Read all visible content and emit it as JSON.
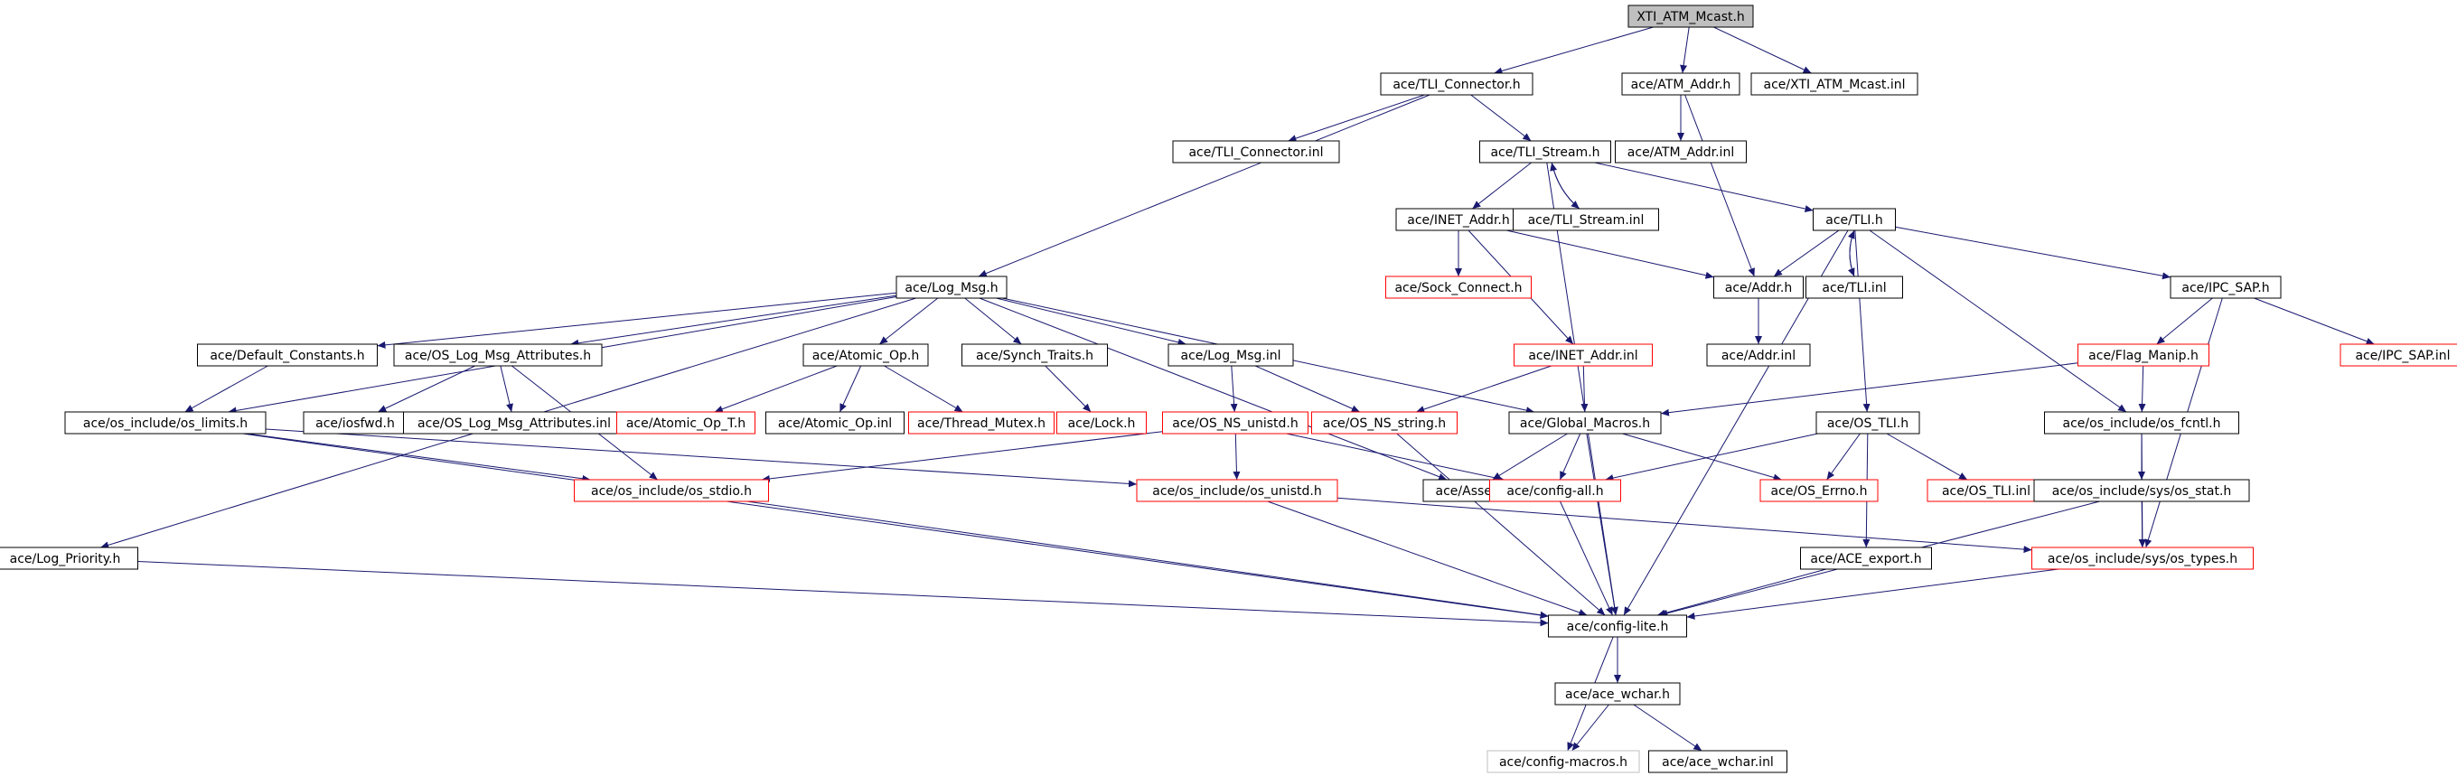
{
  "colors": {
    "edge": "#191970",
    "normal_border": "#000000",
    "truncated_border": "#ff0000",
    "undocumented_border": "#bfbfbf",
    "root_fill": "#bfbfbf",
    "node_fill": "#ffffff"
  },
  "nodes": [
    {
      "id": "root",
      "label": "XTI_ATM_Mcast.h",
      "style": "root"
    },
    {
      "id": "tlic",
      "label": "ace/TLI_Connector.h",
      "style": "normal"
    },
    {
      "id": "atma",
      "label": "ace/ATM_Addr.h",
      "style": "normal"
    },
    {
      "id": "xtiinl",
      "label": "ace/XTI_ATM_Mcast.inl",
      "style": "normal"
    },
    {
      "id": "tlicinl",
      "label": "ace/TLI_Connector.inl",
      "style": "normal"
    },
    {
      "id": "tlis",
      "label": "ace/TLI_Stream.h",
      "style": "normal"
    },
    {
      "id": "atmainl",
      "label": "ace/ATM_Addr.inl",
      "style": "normal"
    },
    {
      "id": "inet",
      "label": "ace/INET_Addr.h",
      "style": "normal"
    },
    {
      "id": "tlisinl",
      "label": "ace/TLI_Stream.inl",
      "style": "normal"
    },
    {
      "id": "tli",
      "label": "ace/TLI.h",
      "style": "normal"
    },
    {
      "id": "sock",
      "label": "ace/Sock_Connect.h",
      "style": "truncated"
    },
    {
      "id": "logmsg",
      "label": "ace/Log_Msg.h",
      "style": "normal"
    },
    {
      "id": "addr",
      "label": "ace/Addr.h",
      "style": "normal"
    },
    {
      "id": "tliinl",
      "label": "ace/TLI.inl",
      "style": "normal"
    },
    {
      "id": "ipc",
      "label": "ace/IPC_SAP.h",
      "style": "normal"
    },
    {
      "id": "addrinl",
      "label": "ace/Addr.inl",
      "style": "normal"
    },
    {
      "id": "defc",
      "label": "ace/Default_Constants.h",
      "style": "normal"
    },
    {
      "id": "oslma",
      "label": "ace/OS_Log_Msg_Attributes.h",
      "style": "normal"
    },
    {
      "id": "atomic",
      "label": "ace/Atomic_Op.h",
      "style": "normal"
    },
    {
      "id": "synch",
      "label": "ace/Synch_Traits.h",
      "style": "normal"
    },
    {
      "id": "logmsginl",
      "label": "ace/Log_Msg.inl",
      "style": "normal"
    },
    {
      "id": "inetinl",
      "label": "ace/INET_Addr.inl",
      "style": "truncated"
    },
    {
      "id": "flag",
      "label": "ace/Flag_Manip.h",
      "style": "truncated"
    },
    {
      "id": "ipcinl",
      "label": "ace/IPC_SAP.inl",
      "style": "truncated"
    },
    {
      "id": "limits",
      "label": "ace/os_include/os_limits.h",
      "style": "normal"
    },
    {
      "id": "iosfwd",
      "label": "ace/iosfwd.h",
      "style": "normal"
    },
    {
      "id": "oslmainl",
      "label": "ace/OS_Log_Msg_Attributes.inl",
      "style": "normal"
    },
    {
      "id": "atomict",
      "label": "ace/Atomic_Op_T.h",
      "style": "truncated"
    },
    {
      "id": "atomicinl",
      "label": "ace/Atomic_Op.inl",
      "style": "normal"
    },
    {
      "id": "threadm",
      "label": "ace/Thread_Mutex.h",
      "style": "truncated"
    },
    {
      "id": "lock",
      "label": "ace/Lock.h",
      "style": "truncated"
    },
    {
      "id": "unistd",
      "label": "ace/OS_NS_unistd.h",
      "style": "truncated"
    },
    {
      "id": "nsstring",
      "label": "ace/OS_NS_string.h",
      "style": "truncated"
    },
    {
      "id": "global",
      "label": "ace/Global_Macros.h",
      "style": "normal"
    },
    {
      "id": "ostli",
      "label": "ace/OS_TLI.h",
      "style": "normal"
    },
    {
      "id": "fcntl",
      "label": "ace/os_include/os_fcntl.h",
      "style": "normal"
    },
    {
      "id": "stdio",
      "label": "ace/os_include/os_stdio.h",
      "style": "truncated"
    },
    {
      "id": "osunistd",
      "label": "ace/os_include/os_unistd.h",
      "style": "truncated"
    },
    {
      "id": "assert",
      "label": "ace/Assert.h",
      "style": "normal"
    },
    {
      "id": "configall",
      "label": "ace/config-all.h",
      "style": "truncated"
    },
    {
      "id": "errno",
      "label": "ace/OS_Errno.h",
      "style": "truncated"
    },
    {
      "id": "ostliinl",
      "label": "ace/OS_TLI.inl",
      "style": "truncated"
    },
    {
      "id": "stat",
      "label": "ace/os_include/sys/os_stat.h",
      "style": "normal"
    },
    {
      "id": "logprio",
      "label": "ace/Log_Priority.h",
      "style": "normal"
    },
    {
      "id": "aceexport",
      "label": "ace/ACE_export.h",
      "style": "normal"
    },
    {
      "id": "types",
      "label": "ace/os_include/sys/os_types.h",
      "style": "truncated"
    },
    {
      "id": "configlite",
      "label": "ace/config-lite.h",
      "style": "normal"
    },
    {
      "id": "wchar",
      "label": "ace/ace_wchar.h",
      "style": "normal"
    },
    {
      "id": "configmacros",
      "label": "ace/config-macros.h",
      "style": "undocumented"
    },
    {
      "id": "wcharinl",
      "label": "ace/ace_wchar.inl",
      "style": "normal"
    }
  ],
  "edges": [
    [
      "root",
      "tlic"
    ],
    [
      "root",
      "atma"
    ],
    [
      "root",
      "xtiinl"
    ],
    [
      "tlic",
      "tlicinl"
    ],
    [
      "tlic",
      "tlis"
    ],
    [
      "tlic",
      "logmsg"
    ],
    [
      "atma",
      "atmainl"
    ],
    [
      "atma",
      "addr"
    ],
    [
      "tlis",
      "inet"
    ],
    [
      "tlis",
      "tlisinl"
    ],
    [
      "tlisinl",
      "tlis"
    ],
    [
      "tlis",
      "tli"
    ],
    [
      "tlis",
      "configlite"
    ],
    [
      "inet",
      "sock"
    ],
    [
      "inet",
      "addr"
    ],
    [
      "inet",
      "inetinl"
    ],
    [
      "tli",
      "addr"
    ],
    [
      "tli",
      "tliinl"
    ],
    [
      "tliinl",
      "tli"
    ],
    [
      "tli",
      "ipc"
    ],
    [
      "tli",
      "ostli"
    ],
    [
      "tli",
      "fcntl"
    ],
    [
      "tli",
      "configlite"
    ],
    [
      "addr",
      "addrinl"
    ],
    [
      "ipc",
      "flag"
    ],
    [
      "ipc",
      "ipcinl"
    ],
    [
      "ipc",
      "types"
    ],
    [
      "logmsg",
      "defc"
    ],
    [
      "logmsg",
      "oslma"
    ],
    [
      "logmsg",
      "atomic"
    ],
    [
      "logmsg",
      "synch"
    ],
    [
      "logmsg",
      "logmsginl"
    ],
    [
      "logmsg",
      "limits"
    ],
    [
      "logmsg",
      "logprio"
    ],
    [
      "logmsg",
      "global"
    ],
    [
      "logmsg",
      "assert"
    ],
    [
      "defc",
      "limits"
    ],
    [
      "oslma",
      "iosfwd"
    ],
    [
      "oslma",
      "oslmainl"
    ],
    [
      "oslma",
      "stdio"
    ],
    [
      "atomic",
      "atomict"
    ],
    [
      "atomic",
      "atomicinl"
    ],
    [
      "atomic",
      "threadm"
    ],
    [
      "synch",
      "lock"
    ],
    [
      "logmsginl",
      "unistd"
    ],
    [
      "logmsginl",
      "nsstring"
    ],
    [
      "inetinl",
      "nsstring"
    ],
    [
      "inetinl",
      "global"
    ],
    [
      "flag",
      "global"
    ],
    [
      "flag",
      "fcntl"
    ],
    [
      "limits",
      "stdio"
    ],
    [
      "limits",
      "osunistd"
    ],
    [
      "limits",
      "configlite"
    ],
    [
      "unistd",
      "stdio"
    ],
    [
      "unistd",
      "osunistd"
    ],
    [
      "unistd",
      "configall"
    ],
    [
      "nsstring",
      "configlite"
    ],
    [
      "global",
      "assert"
    ],
    [
      "global",
      "configall"
    ],
    [
      "global",
      "errno"
    ],
    [
      "global",
      "configlite"
    ],
    [
      "ostli",
      "configall"
    ],
    [
      "ostli",
      "errno"
    ],
    [
      "ostli",
      "ostliinl"
    ],
    [
      "ostli",
      "aceexport"
    ],
    [
      "fcntl",
      "stat"
    ],
    [
      "fcntl",
      "types"
    ],
    [
      "stat",
      "types"
    ],
    [
      "stat",
      "configlite"
    ],
    [
      "stdio",
      "configlite"
    ],
    [
      "osunistd",
      "configlite"
    ],
    [
      "osunistd",
      "types"
    ],
    [
      "configall",
      "configlite"
    ],
    [
      "aceexport",
      "configlite"
    ],
    [
      "types",
      "configlite"
    ],
    [
      "logprio",
      "configlite"
    ],
    [
      "configlite",
      "wchar"
    ],
    [
      "configlite",
      "configmacros"
    ],
    [
      "wchar",
      "configmacros"
    ],
    [
      "wchar",
      "wcharinl"
    ]
  ]
}
